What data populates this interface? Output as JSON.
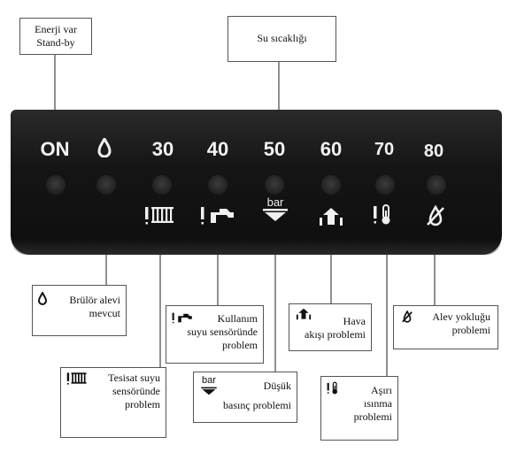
{
  "callouts": {
    "power": {
      "line1": "Enerji var",
      "line2": "Stand-by"
    },
    "water_temp": {
      "text": "Su sıcaklığı"
    },
    "burner": {
      "line1": "Brülör alevi",
      "line2": "mevcut"
    },
    "tap_sensor": {
      "line1": "Kullanım",
      "line2": "suyu sensöründe",
      "line3": "problem"
    },
    "airflow": {
      "line1": "Hava",
      "line2": "akışı problemi"
    },
    "no_flame": {
      "line1": "Alev yokluğu",
      "line2": "problemi"
    },
    "system_sensor": {
      "line1": "Tesisat suyu",
      "line2": "sensöründe",
      "line3": "problem"
    },
    "low_pressure": {
      "line1": "Düşük",
      "line2": "basınç problemi"
    },
    "overheat": {
      "line1": "Aşırı",
      "line2": "ısınma",
      "line3": "problemi"
    }
  },
  "panel": {
    "labels": [
      "ON",
      "30",
      "40",
      "50",
      "60",
      "70",
      "80"
    ],
    "bar_text": "bar"
  },
  "icons": [
    "flame-icon",
    "radiator-icon",
    "faucet-icon",
    "bar-pressure-icon",
    "airflow-icon",
    "thermometer-icon",
    "no-flame-icon"
  ]
}
